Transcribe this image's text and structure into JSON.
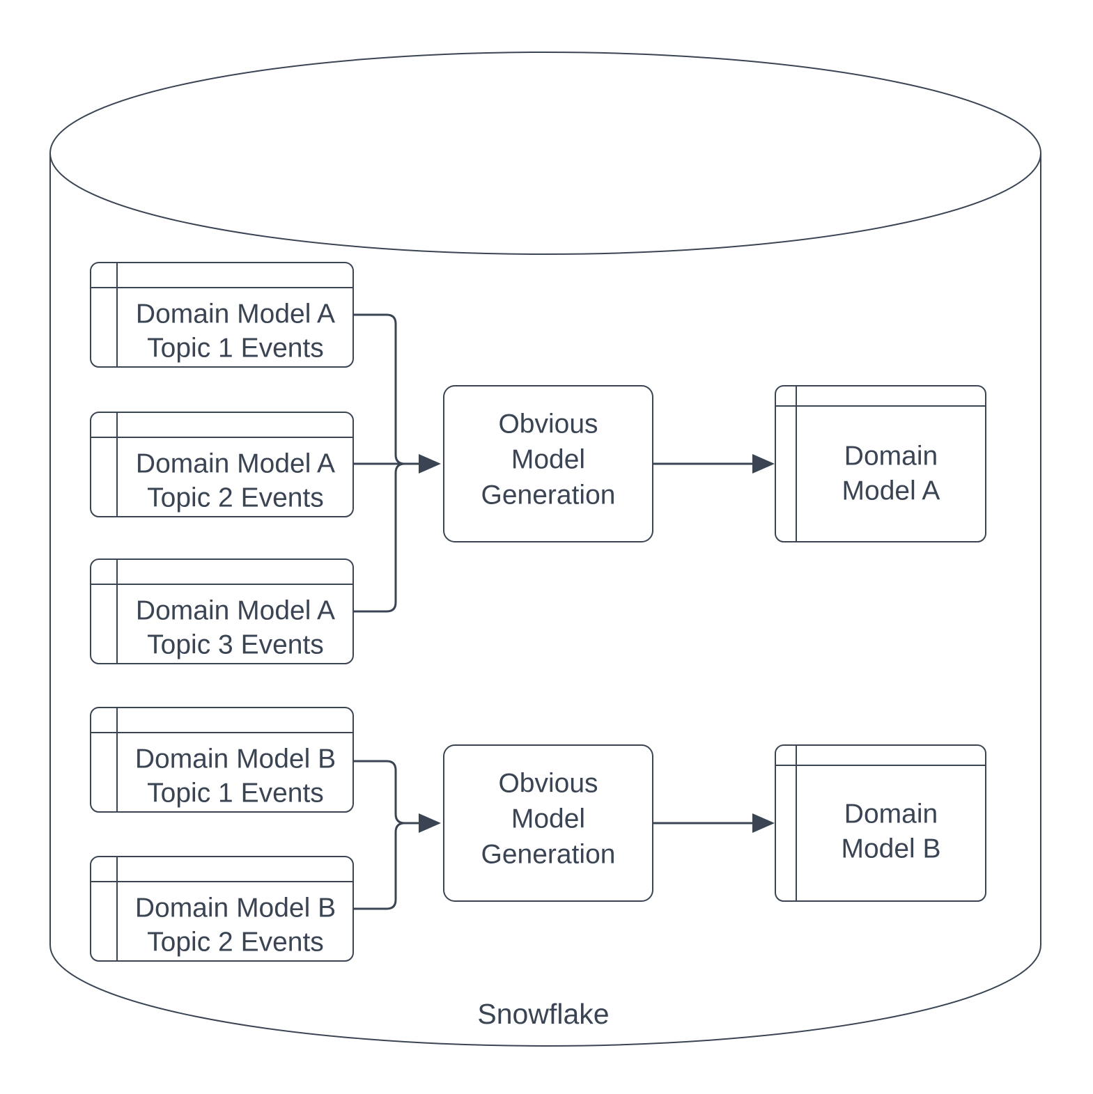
{
  "diagram": {
    "container_label": "Snowflake",
    "colors": {
      "stroke": "#3a4453",
      "text": "#3a4453",
      "background": "#ffffff"
    },
    "groups": [
      {
        "topics": [
          {
            "line1": "Domain Model A",
            "line2": "Topic 1 Events"
          },
          {
            "line1": "Domain Model A",
            "line2": "Topic 2 Events"
          },
          {
            "line1": "Domain Model A",
            "line2": "Topic 3 Events"
          }
        ],
        "process": {
          "line1": "Obvious",
          "line2": "Model",
          "line3": "Generation"
        },
        "output": {
          "line1": "Domain",
          "line2": "Model A"
        }
      },
      {
        "topics": [
          {
            "line1": "Domain Model B",
            "line2": "Topic 1 Events"
          },
          {
            "line1": "Domain Model B",
            "line2": "Topic 2 Events"
          }
        ],
        "process": {
          "line1": "Obvious",
          "line2": "Model",
          "line3": "Generation"
        },
        "output": {
          "line1": "Domain",
          "line2": "Model B"
        }
      }
    ]
  }
}
